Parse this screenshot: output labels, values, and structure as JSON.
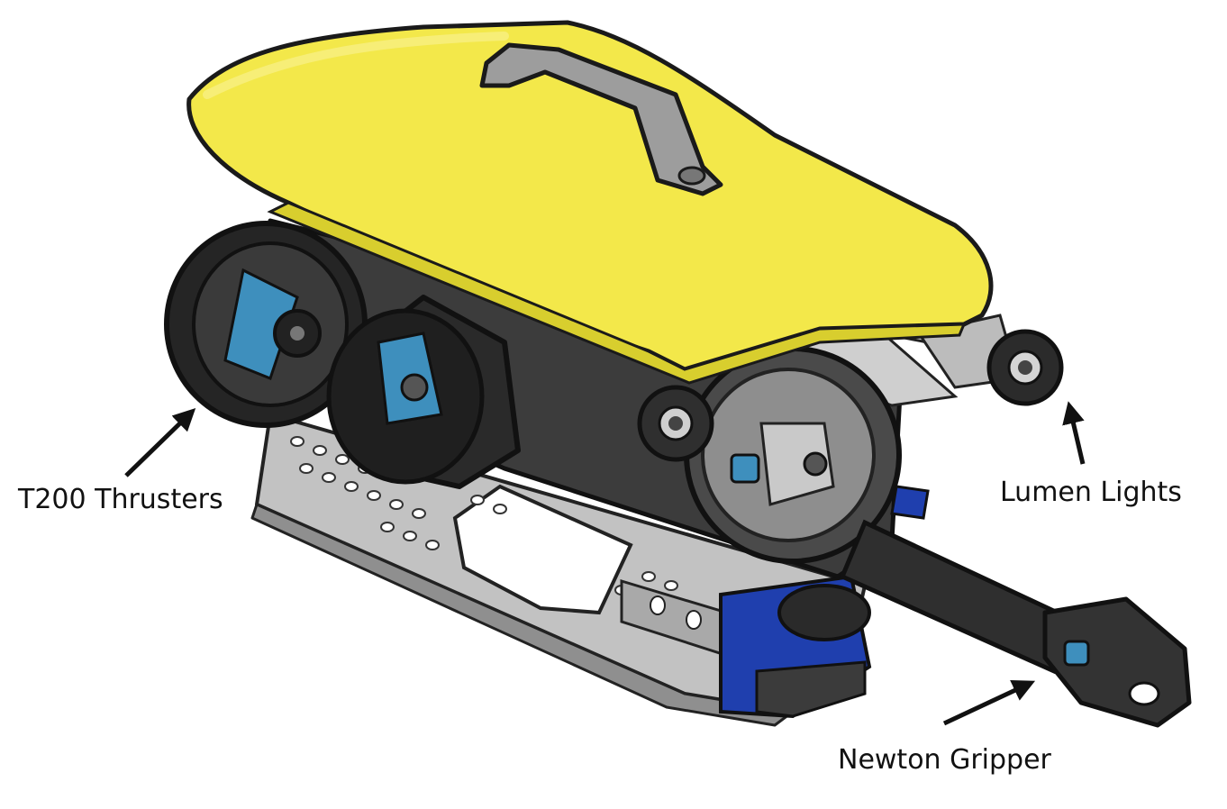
{
  "labels": {
    "thrusters": "T200 Thrusters",
    "lights": "Lumen Lights",
    "gripper": "Newton Gripper"
  },
  "colors": {
    "enclosure_yellow": "#f3e84a",
    "propeller_blue": "#3e8fbd",
    "battery_blue": "#1f3fae",
    "thruster_black": "#232323",
    "frame_gray": "#b9b9b9",
    "handle_gray": "#9d9d9d"
  },
  "icons": [
    "arrow-icon"
  ]
}
